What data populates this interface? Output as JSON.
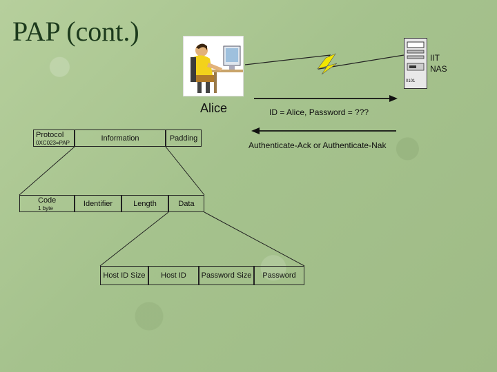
{
  "slide": {
    "title": "PAP (cont.)"
  },
  "actors": {
    "client": "Alice",
    "server_line1": "IIT",
    "server_line2": "NAS",
    "server_tag": "0101"
  },
  "messages": {
    "request": "ID = Alice, Password = ???",
    "response": "Authenticate-Ack or Authenticate-Nak"
  },
  "ppp_frame": {
    "protocol": "Protocol",
    "protocol_value": "0XC023=PAP",
    "information": "Information",
    "padding": "Padding"
  },
  "pap_packet": {
    "code": "Code",
    "code_size": "1 byte",
    "identifier": "Identifier",
    "length": "Length",
    "data": "Data"
  },
  "pap_data": {
    "host_id_size": "Host ID Size",
    "host_id": "Host ID",
    "password_size": "Password Size",
    "password": "Password"
  },
  "colors": {
    "background": "#a9c48f",
    "title": "#1c3a1c",
    "lightning": "#f2e600"
  }
}
